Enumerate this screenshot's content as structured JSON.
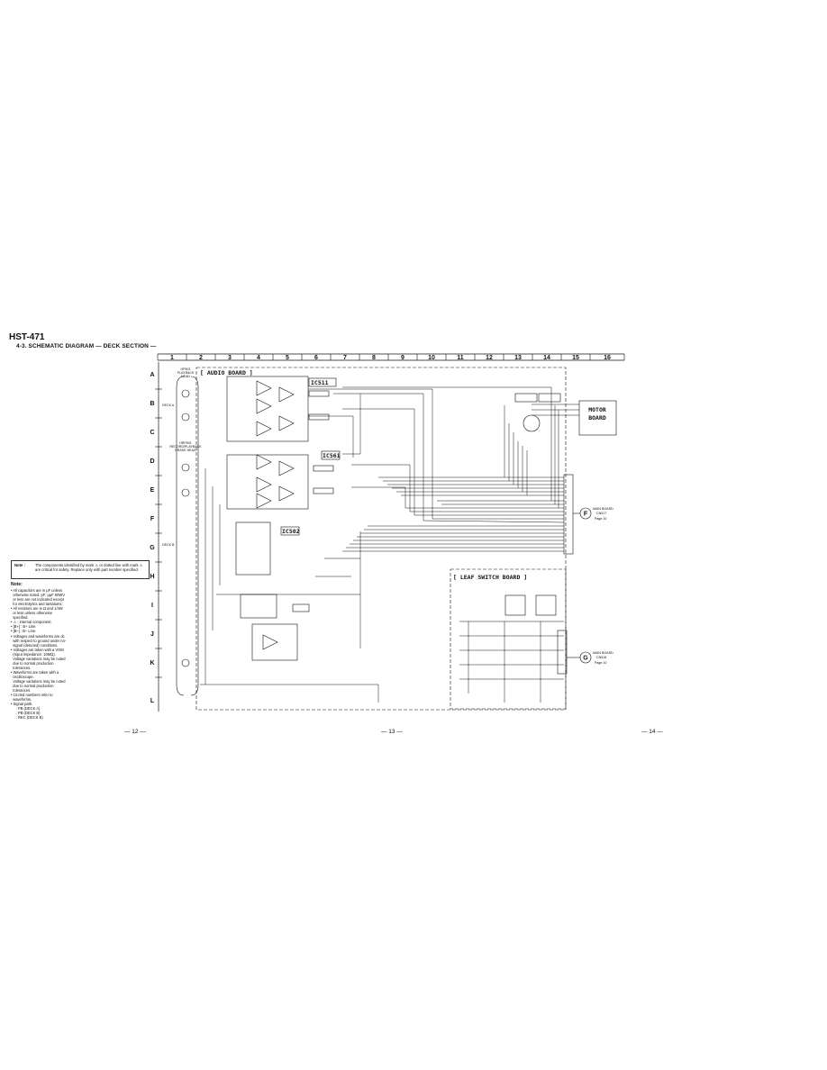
{
  "header": {
    "model": "HST-471",
    "section_title": "4-3.   SCHEMATIC DIAGRAM — DECK SECTION —"
  },
  "pages": [
    "— 12 —",
    "— 13 —",
    "— 14 —"
  ],
  "grid": {
    "columns": [
      "1",
      "2",
      "3",
      "4",
      "5",
      "6",
      "7",
      "8",
      "9",
      "10",
      "11",
      "12",
      "13",
      "14",
      "15",
      "16"
    ],
    "rows": [
      "A",
      "B",
      "C",
      "D",
      "E",
      "F",
      "G",
      "H",
      "I",
      "J",
      "K",
      "L"
    ]
  },
  "boards": {
    "audio": "[ AUDIO  BOARD ]",
    "leaf_switch": "[ LEAF SWITCH BOARD ]",
    "motor": [
      "MOTOR",
      "BOARD"
    ]
  },
  "ics": {
    "ic511": "IC511",
    "ic561": "IC561",
    "ic502": "IC502"
  },
  "connectors": {
    "f": "F",
    "f_label": [
      "MAIN BOARD",
      "CN517",
      "Page 10"
    ],
    "g": "G",
    "g_label": [
      "MAIN BOARD",
      "CN518",
      "Page 10"
    ]
  },
  "deck_labels": {
    "deck_a": "DECK A",
    "deck_b": "DECK B",
    "playback_head": [
      "HP501",
      "PLAYBACK",
      "HEAD"
    ],
    "rec_head": [
      "HRP501",
      "RECORD/PLAYBACK",
      "ERASE HEAD"
    ]
  },
  "note_box": {
    "label": "Note :",
    "text": "The components identified by mark ⚠ or dotted line with mark ⚠ are critical for safety. Replace only with part number specified."
  },
  "notes": {
    "title": "Note:",
    "items": [
      "• All capacitors are in μF unless\n  otherwise noted. pF: μμF 50WV\n  or less are not indicated except\n  for electrolytics and tantalums.",
      "• All resistors are in Ω and 1/4W\n  or less unless otherwise\n  specified.",
      "• ⚠ : internal component.",
      "• [B+] : B+ Line.",
      "• [B–] : B– Line.",
      "• Voltages and waveforms are dc\n  with respect to ground under no-\n  signal (detuned) conditions.",
      "• Voltages are taken with a VOM\n  (Input impedance: 10MΩ).\n  Voltage variations may be noted\n  due to normal production\n  tolerances.",
      "• Waveforms are taken with a\n  oscilloscope.\n  Voltage variations may be noted\n  due to normal production\n  tolerances.",
      "• Circled numbers refer to\n  waveforms.",
      "• Signal path.",
      "     : PB (DECK A)",
      "     : PB (DECK B)",
      "     : REC (DECK B)"
    ]
  }
}
